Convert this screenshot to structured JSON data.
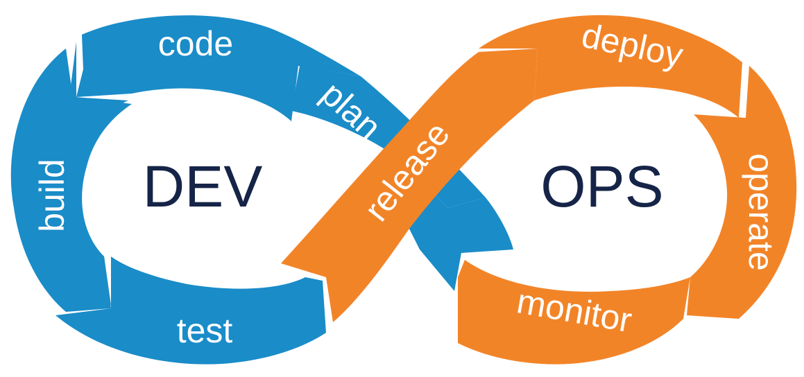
{
  "colors": {
    "dev_blue": "#1A8CC8",
    "ops_orange": "#F28428",
    "center_navy": "#152447",
    "background": "#FFFFFF"
  },
  "dev": {
    "label": "DEV",
    "stages": {
      "code": "code",
      "plan": "plan",
      "build": "build",
      "test": "test"
    }
  },
  "ops": {
    "label": "OPS",
    "stages": {
      "release": "release",
      "deploy": "deploy",
      "operate": "operate",
      "monitor": "monitor"
    }
  }
}
